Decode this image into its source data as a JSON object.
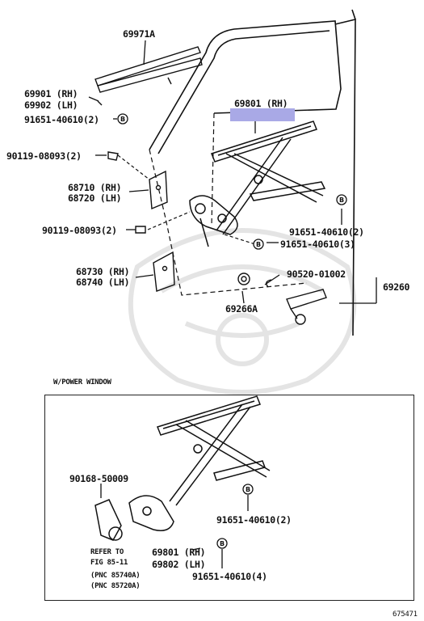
{
  "labels": {
    "p69971a": "69971A",
    "p69901": "69901 (RH)",
    "p69902": "69902 (LH)",
    "p91651_a": "91651-40610(2)",
    "p90119_a": "90119-08093(2)",
    "p68710": "68710 (RH)",
    "p68720": "68720 (LH)",
    "p90119_b": "90119-08093(2)",
    "p68730": "68730 (RH)",
    "p68740": "68740 (LH)",
    "p69801_top": "69801 (RH)",
    "p91651_b": "91651-40610(2)",
    "p91651_c": "91651-40610(3)",
    "p90520": "90520-01002",
    "p69260": "69260",
    "p69266a": "69266A",
    "power_window": "W/POWER WINDOW",
    "p90168": "90168-50009",
    "refer1": "REFER TO",
    "refer2": "FIG 85-11",
    "refer3": "(PNC 85740A)",
    "refer4": "(PNC 85720A)",
    "p69801_b": "69801 (RH)",
    "p69802_b": "69802 (LH)",
    "p91651_d": "91651-40610(2)",
    "p91651_e": "91651-40610(4)",
    "figure_no": "675471"
  },
  "colors": {
    "highlight": "#a9a9e6",
    "ink": "#111111"
  }
}
